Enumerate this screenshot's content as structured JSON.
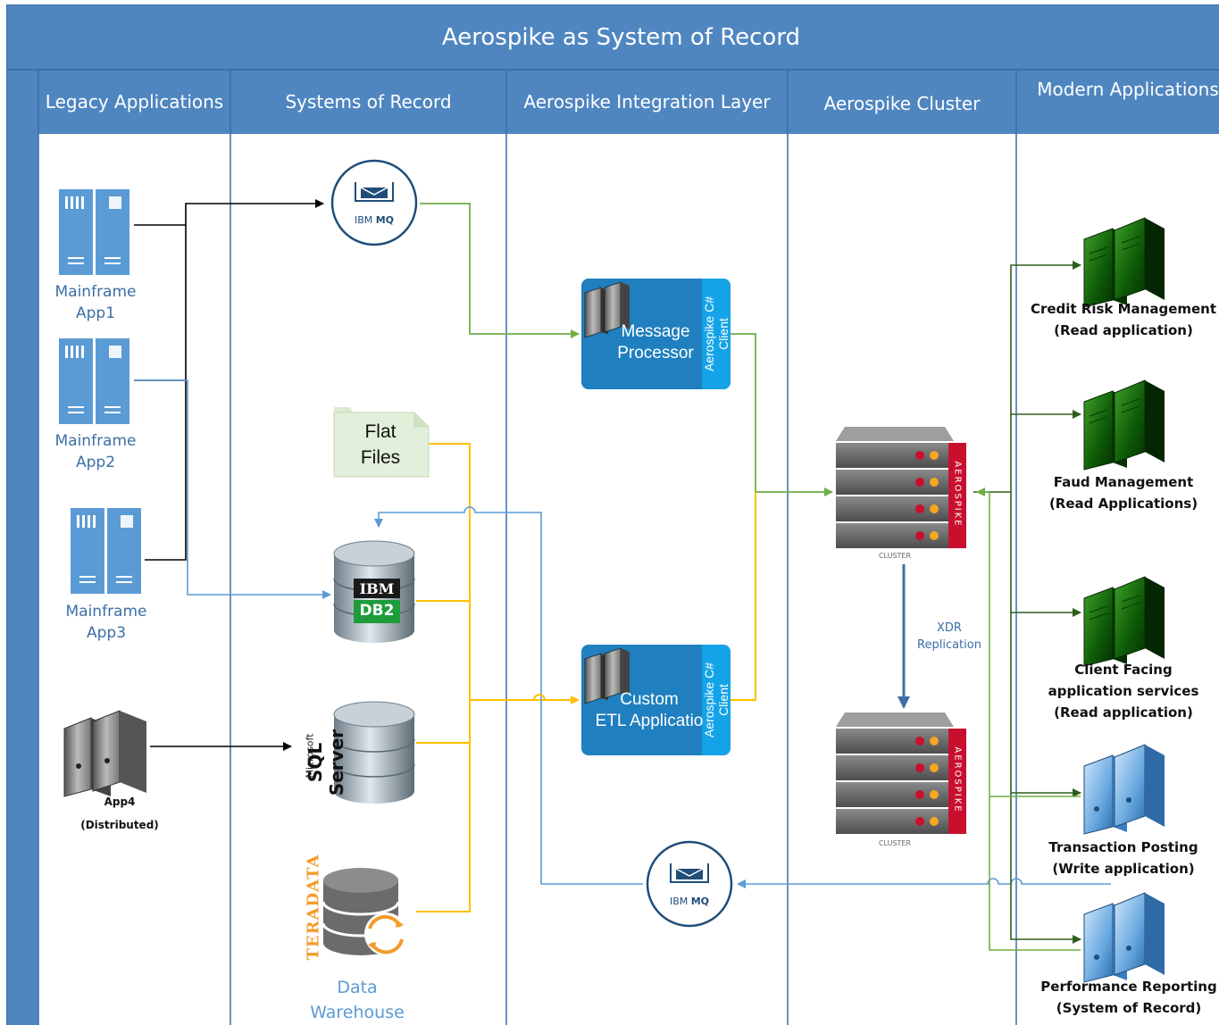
{
  "title": "Aerospike as System of Record",
  "columns": [
    {
      "label": "Legacy Applications"
    },
    {
      "label": "Systems of Record"
    },
    {
      "label": "Aerospike Integration Layer"
    },
    {
      "label": "Aerospike Cluster"
    },
    {
      "label": "Modern Applications"
    }
  ],
  "legacy_apps": [
    {
      "line1": "Mainframe",
      "line2": "App1"
    },
    {
      "line1": "Mainframe",
      "line2": "App2"
    },
    {
      "line1": "Mainframe",
      "line2": "App3"
    }
  ],
  "app4": {
    "line1": "App4",
    "line2": "(Distributed)"
  },
  "systems": {
    "mq_top": {
      "brand": "IBM",
      "product": "MQ"
    },
    "flat_files": {
      "line1": "Flat",
      "line2": "Files"
    },
    "db2": {
      "brand": "IBM",
      "product": "DB2"
    },
    "sql_server": {
      "brand": "Microsoft",
      "product": "SQL Server"
    },
    "teradata": {
      "brand": "TERADATA"
    },
    "data_warehouse": {
      "line1": "Data",
      "line2": "Warehouse"
    }
  },
  "integration": {
    "message_processor": {
      "line1": "Message",
      "line2": "Processor",
      "client_line1": "Aerospike C#",
      "client_line2": "Client"
    },
    "etl": {
      "line1": "Custom",
      "line2": "ETL Applicatio",
      "client_line1": "Aerospike C#",
      "client_line2": "Client"
    },
    "mq_bottom": {
      "brand": "IBM",
      "product": "MQ"
    }
  },
  "cluster": {
    "brand_vertical": "AEROSPIKE",
    "caption": "CLUSTER",
    "xdr_line1": "XDR",
    "xdr_line2": "Replication"
  },
  "modern_apps": [
    {
      "line1": "Credit Risk Management",
      "line2": "(Read  application)",
      "kind": "read"
    },
    {
      "line1": "Faud Management",
      "line2": "(Read Applications)",
      "kind": "read"
    },
    {
      "line1": "Client Facing",
      "line2": "application services",
      "line3": "(Read application)",
      "kind": "read"
    },
    {
      "line1": "Transaction Posting",
      "line2": "(Write application)",
      "kind": "write"
    },
    {
      "line1": "Performance Reporting",
      "line2": "(System of Record)",
      "kind": "write"
    }
  ],
  "colors": {
    "header_blue": "#4f86c0",
    "border_blue": "#3d6fa6",
    "mainframe_blue": "#5b9bd5",
    "box_teal": "#1f7fbf",
    "client_strip": "#15a3e8",
    "arrow_green": "#70ad47",
    "arrow_dark_green": "#2e5e1c",
    "arrow_yellow": "#ffc000",
    "arrow_blue": "#5b9bd5",
    "arrow_black": "#000000",
    "aerospike_red": "#c8102e"
  }
}
